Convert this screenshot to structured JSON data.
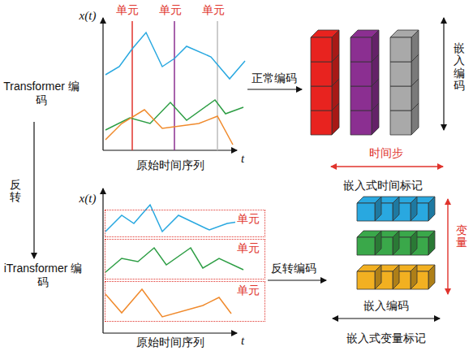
{
  "diagram": {
    "nodes": [
      {
        "text": [
          "单元"
        ]
      },
      {
        "text": [
          "单元"
        ]
      },
      {
        "text": [
          "单元"
        ]
      }
    ],
    "labels": [
      "单元",
      "单元",
      "单元",
      "x(t)",
      "Transformer 编码",
      "正常编码",
      "嵌入编码",
      "时间步",
      "原始时间序列",
      "t",
      "嵌入式时间标记",
      "反转",
      "x(t)",
      "iTransformer 编码",
      "反转编码",
      "变量",
      "嵌入编码",
      "原始时间序列",
      "t",
      "嵌入式变量标记"
    ]
  }
}
